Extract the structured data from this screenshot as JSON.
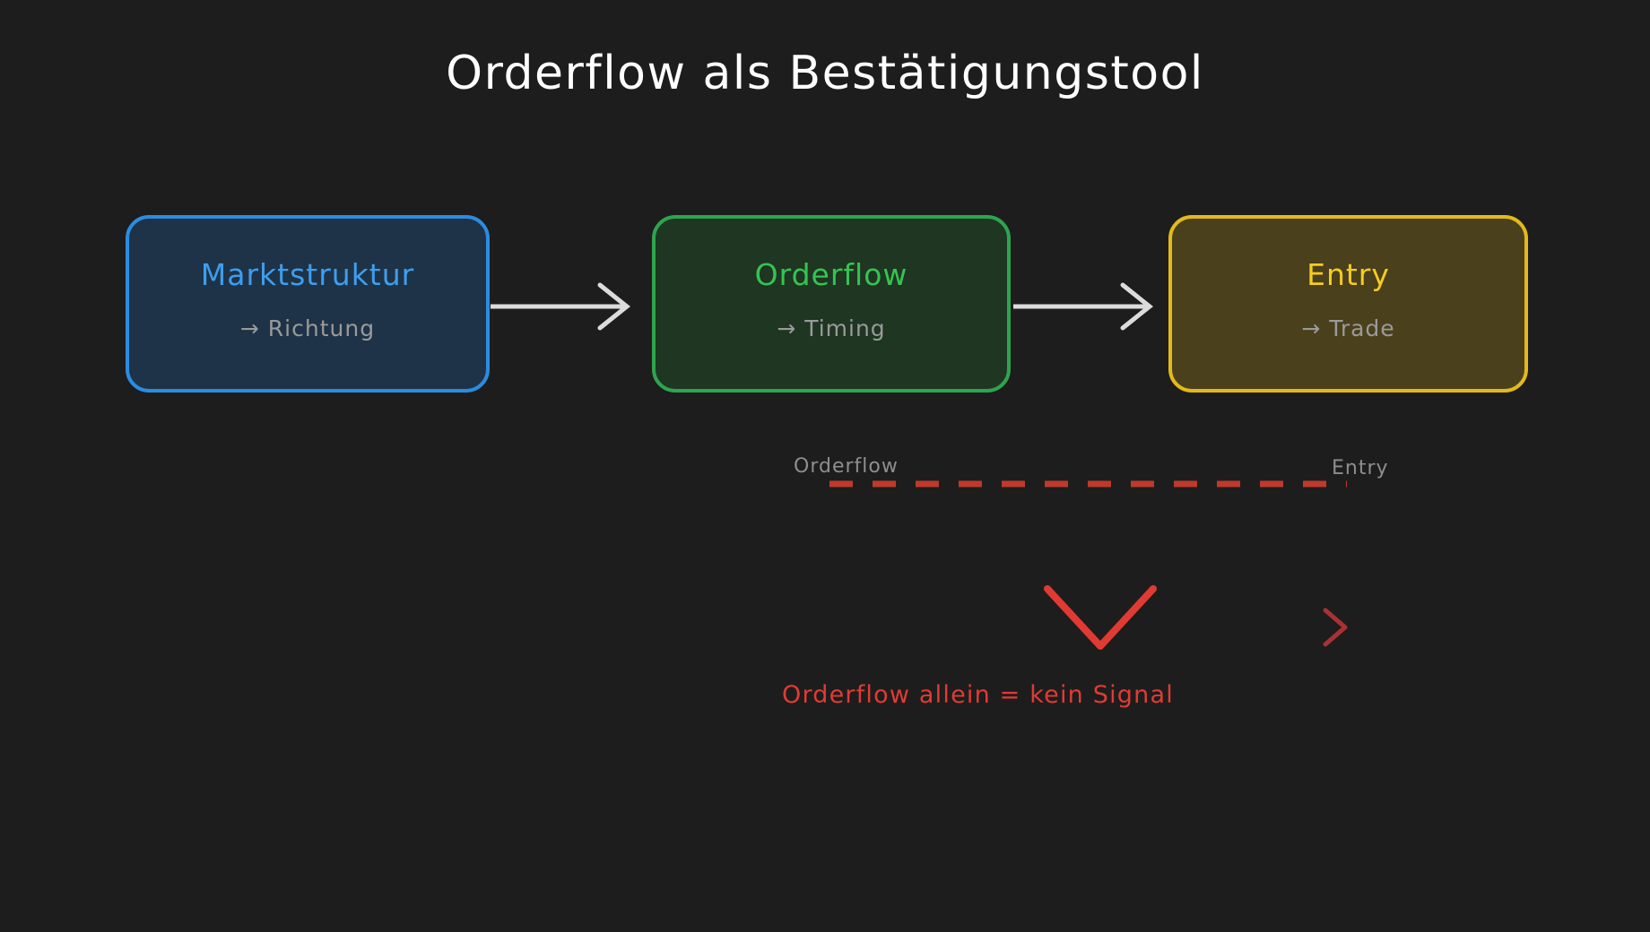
{
  "page": {
    "title": "Orderflow als Bestätigungstool",
    "background_color": "#1d1d1d"
  },
  "flow": {
    "steps": [
      {
        "id": "marktstruktur",
        "title": "Marktstruktur",
        "subtitle": "→ Richtung",
        "border_color": "#2b8ce0",
        "fill_color": "#1e3347",
        "title_color": "#3d9ef0"
      },
      {
        "id": "orderflow",
        "title": "Orderflow",
        "subtitle": "→ Timing",
        "border_color": "#2ea44f",
        "fill_color": "#1e3622",
        "title_color": "#35c451"
      },
      {
        "id": "entry",
        "title": "Entry",
        "subtitle": "→ Trade",
        "border_color": "#e3b91c",
        "fill_color": "#4a401c",
        "title_color": "#f5cc20"
      }
    ],
    "connector_color": "#dcdcdc",
    "connector_count": 2
  },
  "note": {
    "left_label": "Orderflow",
    "right_label": "Entry",
    "line_color": "#c0392b",
    "line_style": "dashed"
  },
  "warning": {
    "text": "Orderflow allein = kein Signal",
    "color": "#e13b34",
    "chevron_down_color": "#e03a32",
    "chevron_right_color": "#a83232"
  }
}
